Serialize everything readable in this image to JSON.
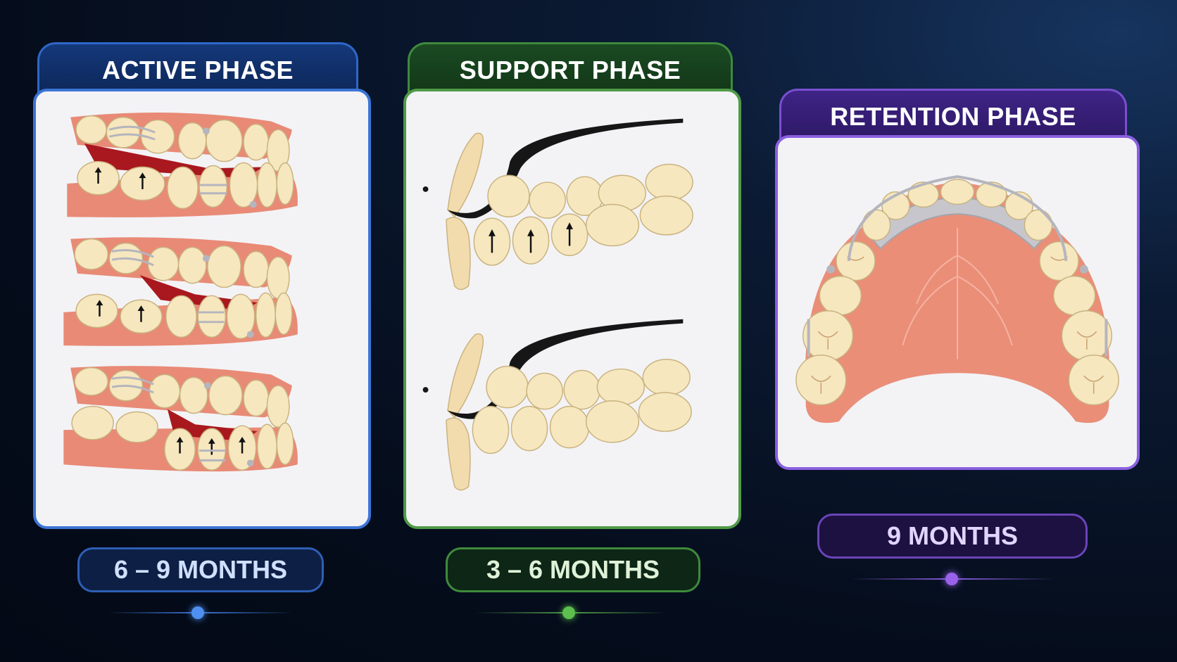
{
  "phases": [
    {
      "id": "active",
      "title": "ACTIVE PHASE",
      "duration": "6 – 9 MONTHS",
      "accent": "#3c74d6",
      "text_color": "#cfe0ff",
      "dot_color": "#4f8ff0"
    },
    {
      "id": "support",
      "title": "SUPPORT PHASE",
      "duration": "3 – 6 MONTHS",
      "accent": "#4f9a47",
      "text_color": "#dff2d8",
      "dot_color": "#5cbf4e"
    },
    {
      "id": "retention",
      "title": "RETENTION PHASE",
      "duration": "9 MONTHS",
      "accent": "#8a5fe0",
      "text_color": "#e2d4ff",
      "dot_color": "#9a62ea"
    }
  ],
  "colors": {
    "gum": "#e88a76",
    "tooth": "#f6e7bf",
    "gap": "#a9181e",
    "wire": "#b5b5bd",
    "palate": "#ea8e78"
  }
}
